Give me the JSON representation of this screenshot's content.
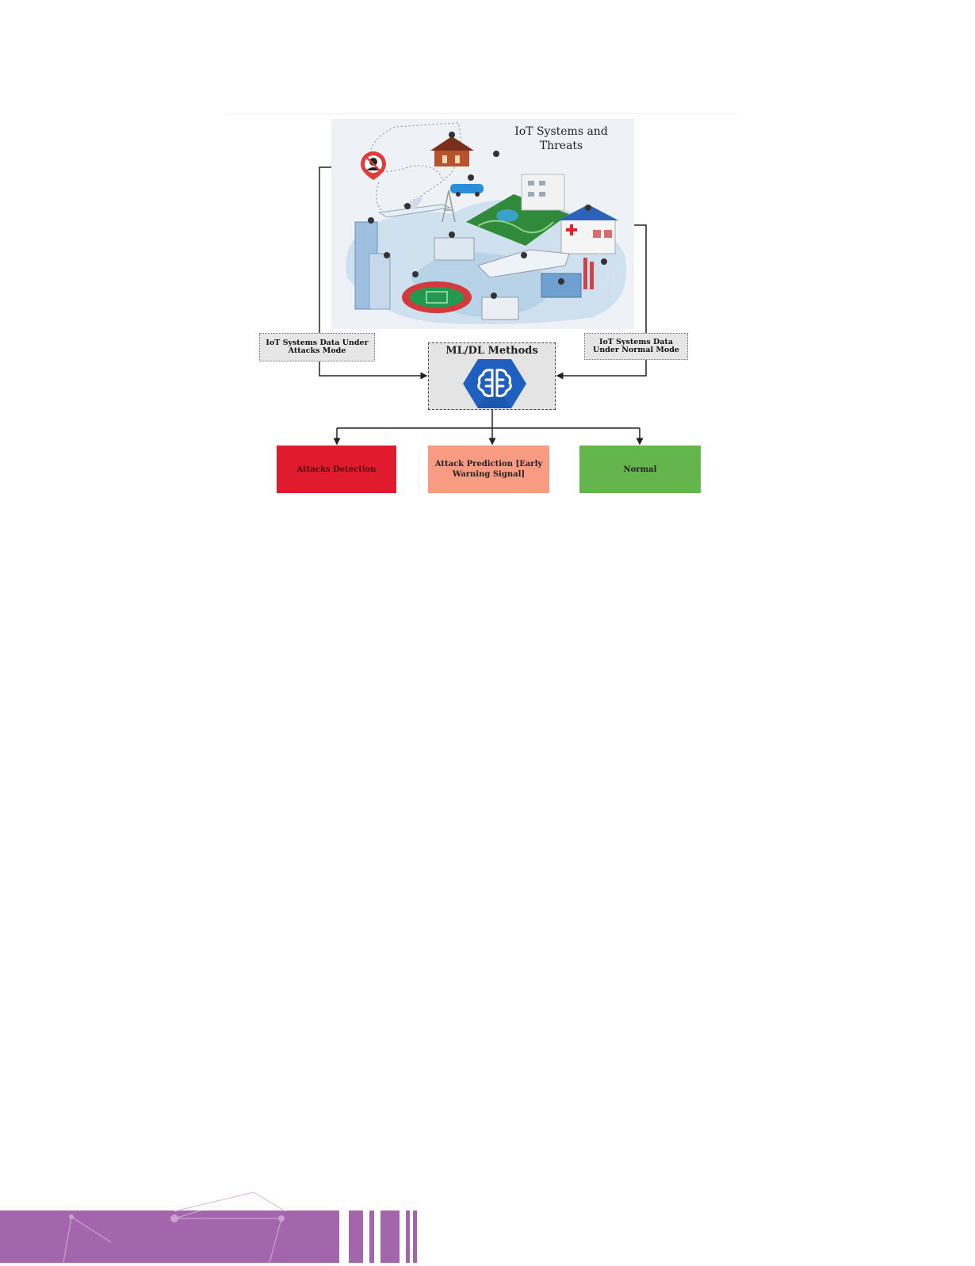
{
  "scene": {
    "title": "IoT Systems and Threats"
  },
  "inputs": {
    "attack_mode_label": "IoT Systems Data Under Attacks Mode",
    "normal_mode_label": "IoT Systems Data Under Normal Mode"
  },
  "model": {
    "title": "ML/DL Methods",
    "icon": "brain-icon"
  },
  "outputs": [
    {
      "label": "Attacks Detection",
      "color": "#e01b2e"
    },
    {
      "label": "Attack Prediction [Early Warning Signal]",
      "color": "#f99a82"
    },
    {
      "label": "Normal",
      "color": "#64b54c"
    }
  ],
  "colors": {
    "footer": "#a366ac",
    "brain_hex": "#1f5fbf"
  }
}
